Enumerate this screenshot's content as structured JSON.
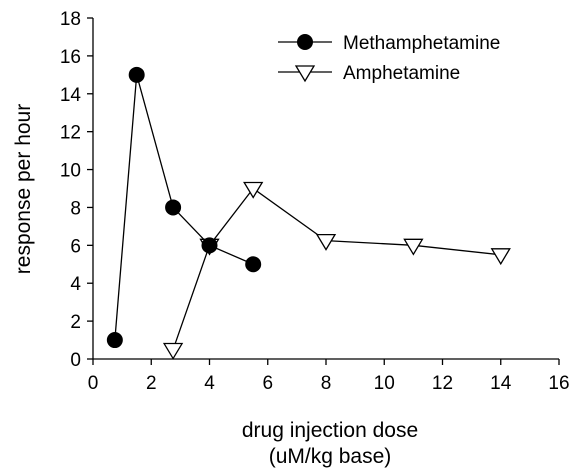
{
  "chart_data": {
    "type": "line",
    "title": "",
    "xlabel": [
      "drug injection dose",
      "(uM/kg base)"
    ],
    "ylabel": "response per hour",
    "xlim": [
      0,
      16
    ],
    "ylim": [
      0,
      18
    ],
    "xticks": [
      0,
      2,
      4,
      6,
      8,
      10,
      12,
      14,
      16
    ],
    "yticks": [
      0,
      2,
      4,
      6,
      8,
      10,
      12,
      14,
      16,
      18
    ],
    "grid": false,
    "legend": "top-right",
    "series": [
      {
        "name": "Methamphetamine",
        "marker": "filled-circle",
        "color": "#000000",
        "x": [
          0.75,
          1.5,
          2.75,
          4.0,
          5.5
        ],
        "y": [
          1.0,
          15.0,
          8.0,
          6.0,
          5.0
        ]
      },
      {
        "name": "Amphetamine",
        "marker": "open-triangle-down",
        "color": "#000000",
        "x": [
          2.75,
          4.0,
          5.5,
          8.0,
          11.0,
          14.0
        ],
        "y": [
          0.5,
          6.0,
          9.0,
          6.25,
          6.0,
          5.5
        ]
      }
    ]
  }
}
